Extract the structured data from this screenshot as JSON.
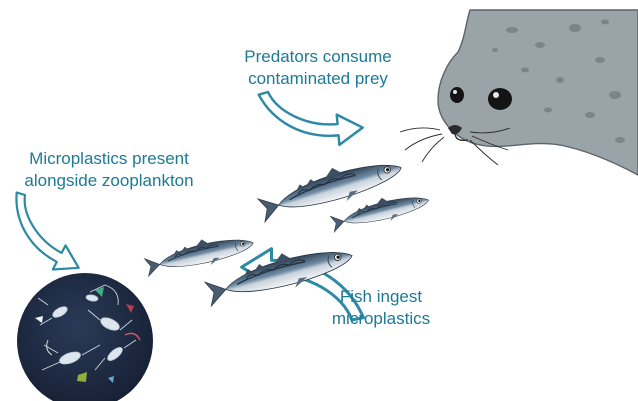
{
  "labels": {
    "predators": [
      "Predators consume",
      "contaminated prey"
    ],
    "microplastics": [
      "Microplastics present",
      "alongside zooplankton"
    ],
    "fish": [
      "Fish ingest",
      "microplastics"
    ]
  },
  "colors": {
    "label_text": "#1d7a96",
    "arrow_stroke": "#2c8aa4",
    "arrow_fill": "#ffffff",
    "seal_body": "#9aa3a8",
    "seal_spots": "#7b848a",
    "plankton_disc": "#1d2b44",
    "fish_back": "#3d4f63",
    "fish_belly": "#eef1f3"
  },
  "icons": [
    "seal-illustration",
    "mackerel-fish",
    "zooplankton-disc",
    "curved-arrow"
  ]
}
